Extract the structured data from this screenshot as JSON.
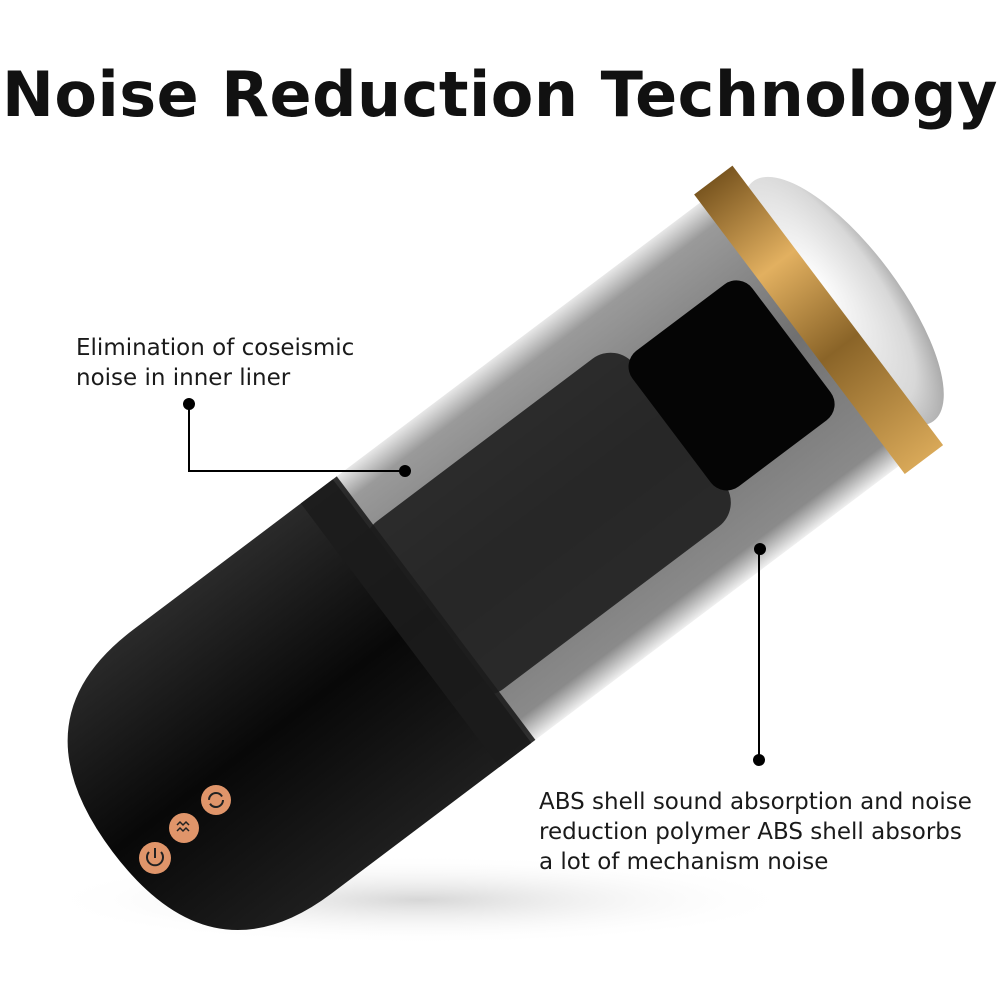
{
  "title": "Noise Reduction Technology",
  "callouts": [
    {
      "lines": [
        "Elimination of coseismic",
        "noise in inner liner"
      ]
    },
    {
      "lines": [
        "ABS shell sound absorption and noise",
        "reduction polymer ABS shell absorbs",
        "a lot of mechanism noise"
      ]
    }
  ],
  "colors": {
    "accent": "#d98a5c",
    "gold": "#b0803a",
    "body": "#0c0c0c"
  },
  "icons": [
    "power-icon",
    "vibration-icon",
    "rotate-icon"
  ]
}
